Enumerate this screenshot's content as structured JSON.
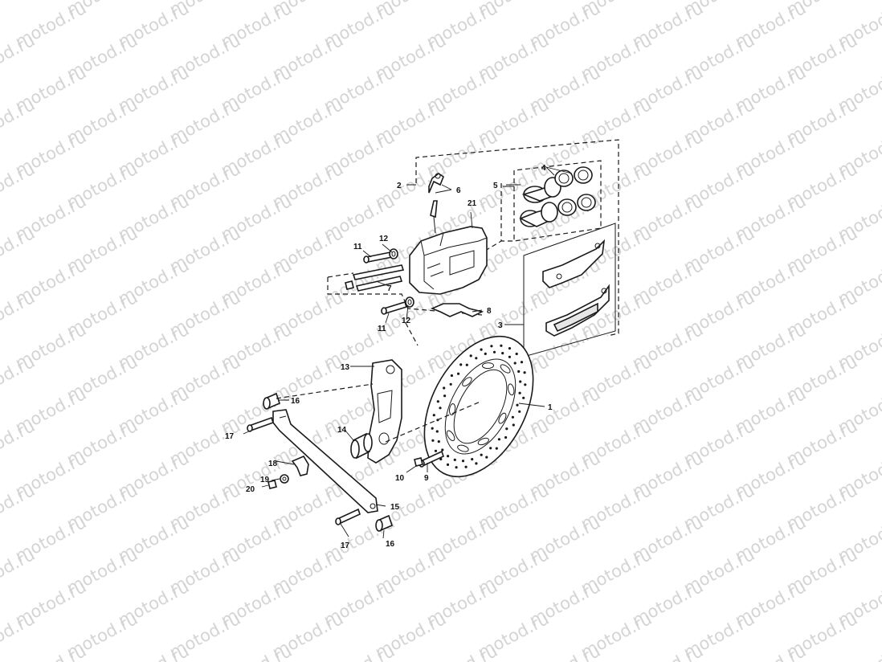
{
  "watermark": {
    "text": "motod.ru",
    "color": "#d4d4d4"
  },
  "diagram": {
    "callouts": {
      "c1": "1",
      "c2": "2",
      "c3": "3",
      "c4": "4",
      "c5": "5",
      "c6": "6",
      "c7": "7",
      "c8": "8",
      "c9": "9",
      "c10": "10",
      "c11a": "11",
      "c11b": "11",
      "c12a": "12",
      "c12b": "12",
      "c13": "13",
      "c14": "14",
      "c15": "15",
      "c16a": "16",
      "c16b": "16",
      "c17a": "17",
      "c17b": "17",
      "c18": "18",
      "c19": "19",
      "c20": "20",
      "c21": "21"
    }
  }
}
